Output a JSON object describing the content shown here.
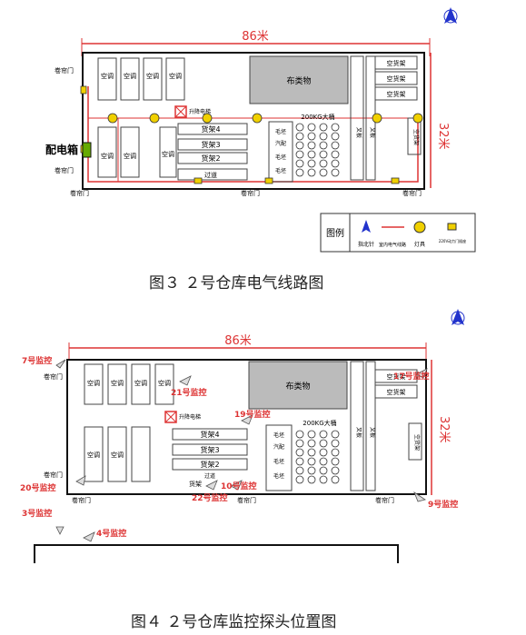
{
  "figure1": {
    "caption": "图３ ２号仓库电气线路图",
    "width_label": "86米",
    "height_label": "32米",
    "rolling_door": "卷帘门",
    "distribution_box": "配电箱",
    "ac": "空调",
    "elevator": "升降电梯",
    "passage": "过道",
    "shelf2": "货架2",
    "shelf3": "货架3",
    "shelf4": "货架4",
    "cotton": "布类物",
    "big_bucket": "200KG大桶",
    "shelf_empty": "空货架",
    "pallet": "叉板",
    "mix": "汽配",
    "grey": "毛坯",
    "empty_shelf_v": "空货架",
    "legend": {
      "title": "图例",
      "north": "指北针",
      "indoor_line": "室内电气线路",
      "lamp": "灯具",
      "socket": "220V动力门插座"
    }
  },
  "figure2": {
    "caption": "图４ ２号仓库监控探头位置图",
    "width_label": "86米",
    "height_label": "32米",
    "cameras": {
      "c7": "7号监控",
      "c17": "17号监控",
      "c21": "21号监控",
      "c19": "19号监控",
      "c20": "20号监控",
      "c22": "22号监控",
      "c10": "10号监控",
      "c9": "9号监控",
      "c3": "3号监控",
      "c4": "4号监控"
    },
    "rolling_door": "卷帘门",
    "ac": "空调",
    "elevator": "升降电梯",
    "passage": "过道",
    "shelf2": "货架2",
    "shelf3": "货架3",
    "shelf4": "货架4",
    "cotton": "布类物",
    "big_bucket": "200KG大桶",
    "shelf_empty": "空货架",
    "shelf_label": "货架",
    "pallet": "叉板",
    "mix": "汽配",
    "grey": "毛坯"
  }
}
